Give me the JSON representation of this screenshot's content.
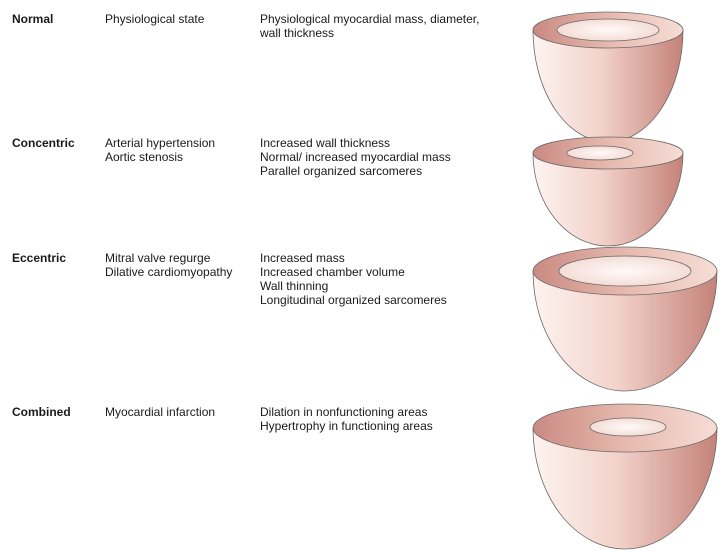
{
  "colors": {
    "outline": "#6a6a6a",
    "wall_dark": "#c88880",
    "wall_light": "#f7e2dc",
    "cavity": "#fbeae6"
  },
  "rows": [
    {
      "type": "Normal",
      "causes": [
        "Physiological state"
      ],
      "effects": [
        "Physiological myocardial mass, diameter,",
        "wall thickness"
      ]
    },
    {
      "type": "Concentric",
      "causes": [
        "Arterial hypertension",
        "Aortic stenosis"
      ],
      "effects": [
        "Increased wall thickness",
        "Normal/ increased myocardial mass",
        "Parallel organized sarcomeres"
      ]
    },
    {
      "type": "Eccentric",
      "causes": [
        "Mitral valve regurge",
        "Dilative cardiomyopathy"
      ],
      "effects": [
        "Increased mass",
        "Increased chamber volume",
        "Wall thinning",
        "Longitudinal organized sarcomeres"
      ]
    },
    {
      "type": "Combined",
      "causes": [
        "Myocardial infarction"
      ],
      "effects": [
        "Dilation in nonfunctioning areas",
        "Hypertrophy in functioning areas"
      ]
    }
  ]
}
